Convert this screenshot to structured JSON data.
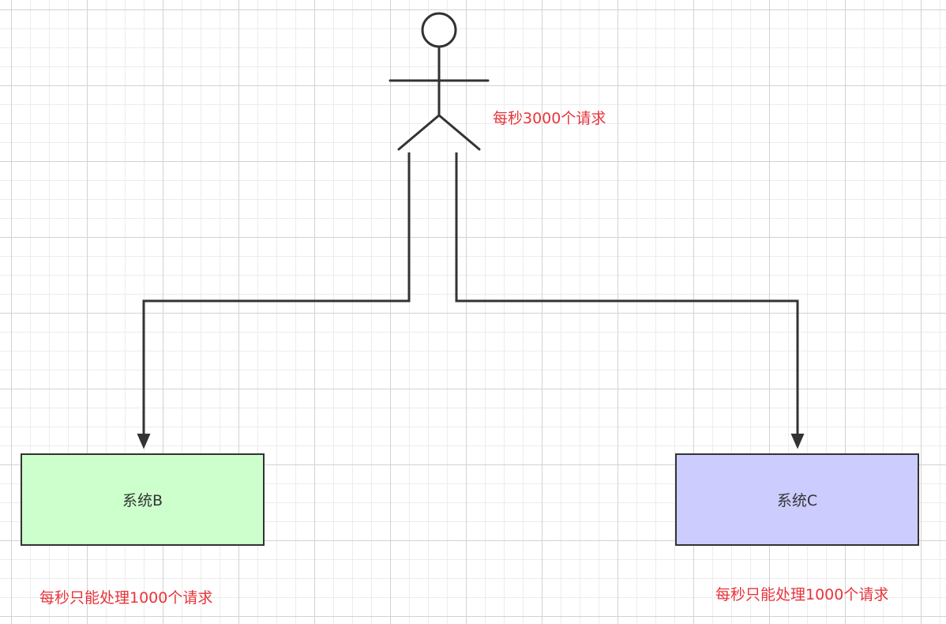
{
  "diagram": {
    "actor": {
      "annotation": "每秒3000个请求"
    },
    "nodes": [
      {
        "id": "system-b",
        "label": "系统B",
        "fill": "#ccffcc",
        "note": "每秒只能处理1000个请求"
      },
      {
        "id": "system-c",
        "label": "系统C",
        "fill": "#ccccff",
        "note": "每秒只能处理1000个请求"
      }
    ],
    "edges": [
      {
        "from": "actor",
        "to": "system-b"
      },
      {
        "from": "actor",
        "to": "system-c"
      }
    ],
    "colors": {
      "annotation": "#e8343a",
      "stroke": "#333333"
    }
  }
}
